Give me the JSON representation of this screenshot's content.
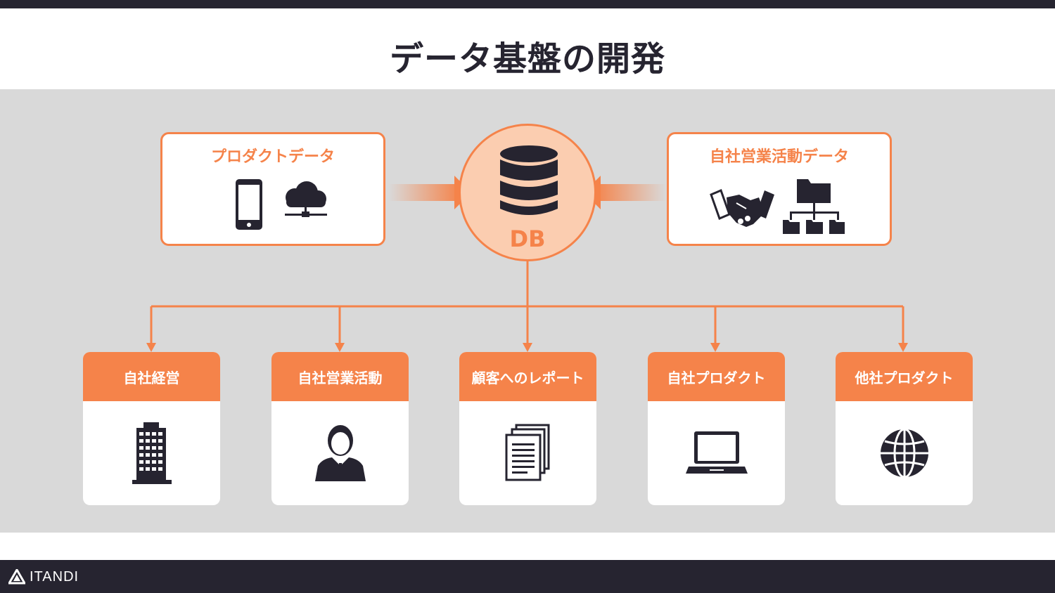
{
  "title": "データ基盤の開発",
  "sources": [
    {
      "label": "プロダクトデータ",
      "icons": [
        "smartphone-icon",
        "cloud-server-icon"
      ]
    },
    {
      "label": "自社営業活動データ",
      "icons": [
        "handshake-icon",
        "folder-tree-icon"
      ]
    }
  ],
  "hub": {
    "label": "DB",
    "icon": "database-icon"
  },
  "outputs": [
    {
      "label": "自社経営",
      "icon": "building-icon"
    },
    {
      "label": "自社営業活動",
      "icon": "businessman-icon"
    },
    {
      "label": "顧客へのレポート",
      "icon": "documents-icon"
    },
    {
      "label": "自社プロダクト",
      "icon": "laptop-icon"
    },
    {
      "label": "他社プロダクト",
      "icon": "globe-icon"
    }
  ],
  "footer": {
    "brand": "ITANDI"
  },
  "colors": {
    "accent": "#f5834a",
    "dark": "#262430",
    "panel": "#d9d9d9",
    "hub_fill": "#fbcdb0"
  }
}
